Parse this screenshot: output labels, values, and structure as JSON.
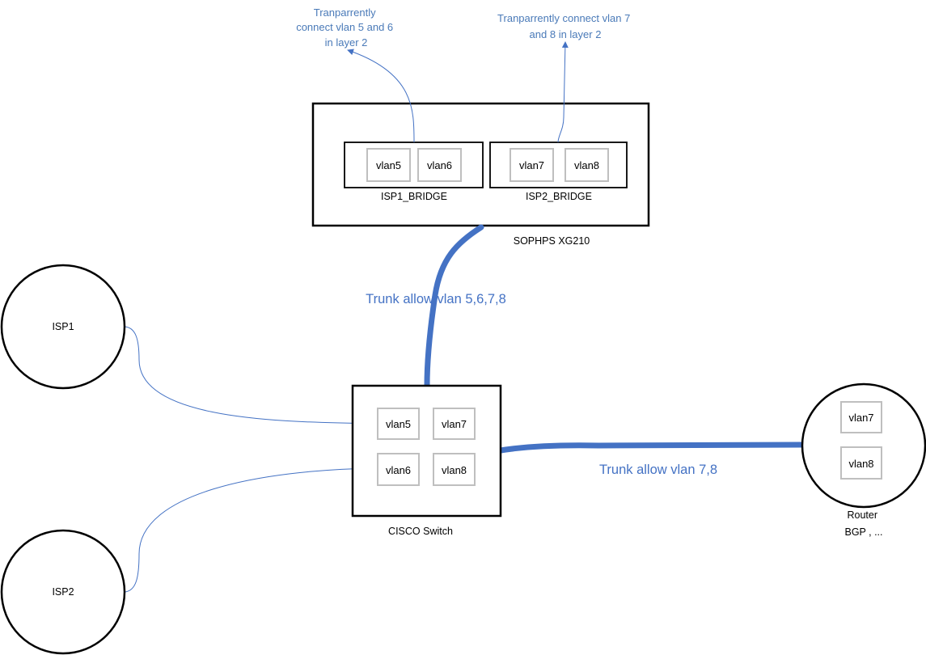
{
  "colors": {
    "accent": "#4472C4",
    "annotation_text": "#4a7ab8",
    "box_border": "#000000",
    "vlan_box_border": "#bfbfbf"
  },
  "firewall": {
    "name": "SOPHPS XG210",
    "bridges": [
      {
        "name": "ISP1_BRIDGE",
        "vlans": [
          "vlan5",
          "vlan6"
        ]
      },
      {
        "name": "ISP2_BRIDGE",
        "vlans": [
          "vlan7",
          "vlan8"
        ]
      }
    ]
  },
  "notes": {
    "bridge1": [
      "Tranparrently",
      "connect vlan 5 and 6",
      "in layer 2"
    ],
    "bridge2": [
      "Tranparrently connect vlan 7",
      "and 8 in layer 2"
    ]
  },
  "switch": {
    "name": "CISCO Switch",
    "vlans": [
      "vlan5",
      "vlan7",
      "vlan6",
      "vlan8"
    ]
  },
  "isps": [
    {
      "name": "ISP1"
    },
    {
      "name": "ISP2"
    }
  ],
  "router": {
    "name_lines": [
      "Router",
      "BGP , ..."
    ],
    "vlans": [
      "vlan7",
      "vlan8"
    ]
  },
  "links": {
    "trunk_firewall": "Trunk allow vlan 5,6,7,8",
    "trunk_router": "Trunk allow vlan 7,8"
  }
}
